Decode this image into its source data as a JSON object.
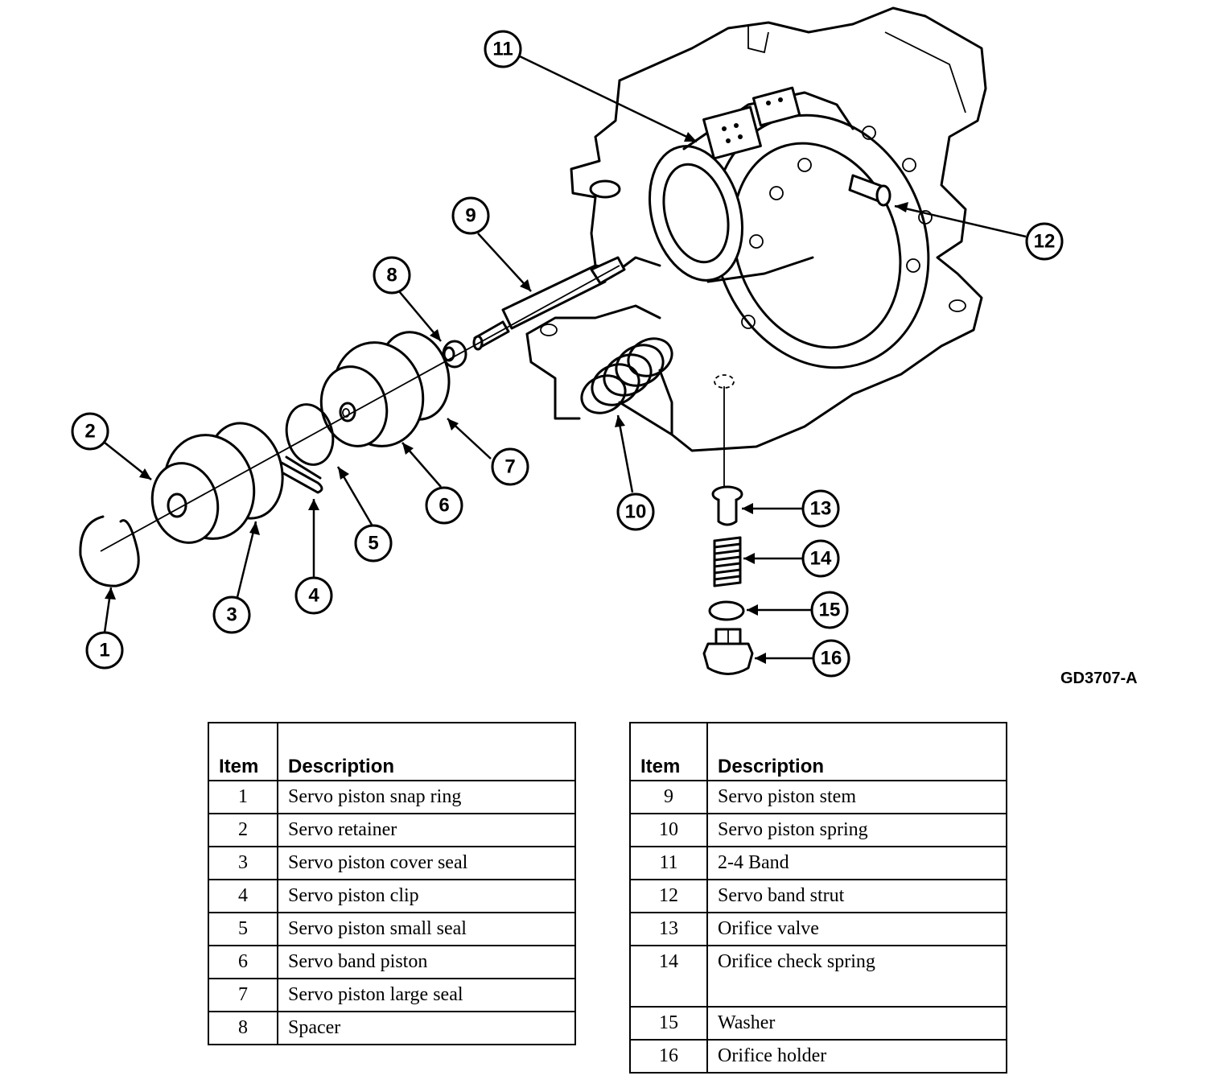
{
  "figure_code": "GD3707-A",
  "callouts": [
    "1",
    "2",
    "3",
    "4",
    "5",
    "6",
    "7",
    "8",
    "9",
    "10",
    "11",
    "12",
    "13",
    "14",
    "15",
    "16"
  ],
  "table_left": {
    "headers": {
      "item": "Item",
      "description": "Description"
    },
    "rows": [
      {
        "item": "1",
        "description": "Servo piston snap ring"
      },
      {
        "item": "2",
        "description": "Servo retainer"
      },
      {
        "item": "3",
        "description": "Servo piston cover seal"
      },
      {
        "item": "4",
        "description": "Servo piston clip"
      },
      {
        "item": "5",
        "description": "Servo piston small seal"
      },
      {
        "item": "6",
        "description": "Servo band piston"
      },
      {
        "item": "7",
        "description": "Servo piston large seal"
      },
      {
        "item": "8",
        "description": "Spacer"
      }
    ]
  },
  "table_right": {
    "headers": {
      "item": "Item",
      "description": "Description"
    },
    "rows": [
      {
        "item": "9",
        "description": "Servo piston stem"
      },
      {
        "item": "10",
        "description": "Servo piston spring"
      },
      {
        "item": "11",
        "description": "2-4 Band"
      },
      {
        "item": "12",
        "description": "Servo band strut"
      },
      {
        "item": "13",
        "description": "Orifice valve"
      },
      {
        "item": "14",
        "description": "Orifice check spring"
      },
      {
        "item": "15",
        "description": "Washer"
      },
      {
        "item": "16",
        "description": "Orifice holder"
      }
    ]
  }
}
